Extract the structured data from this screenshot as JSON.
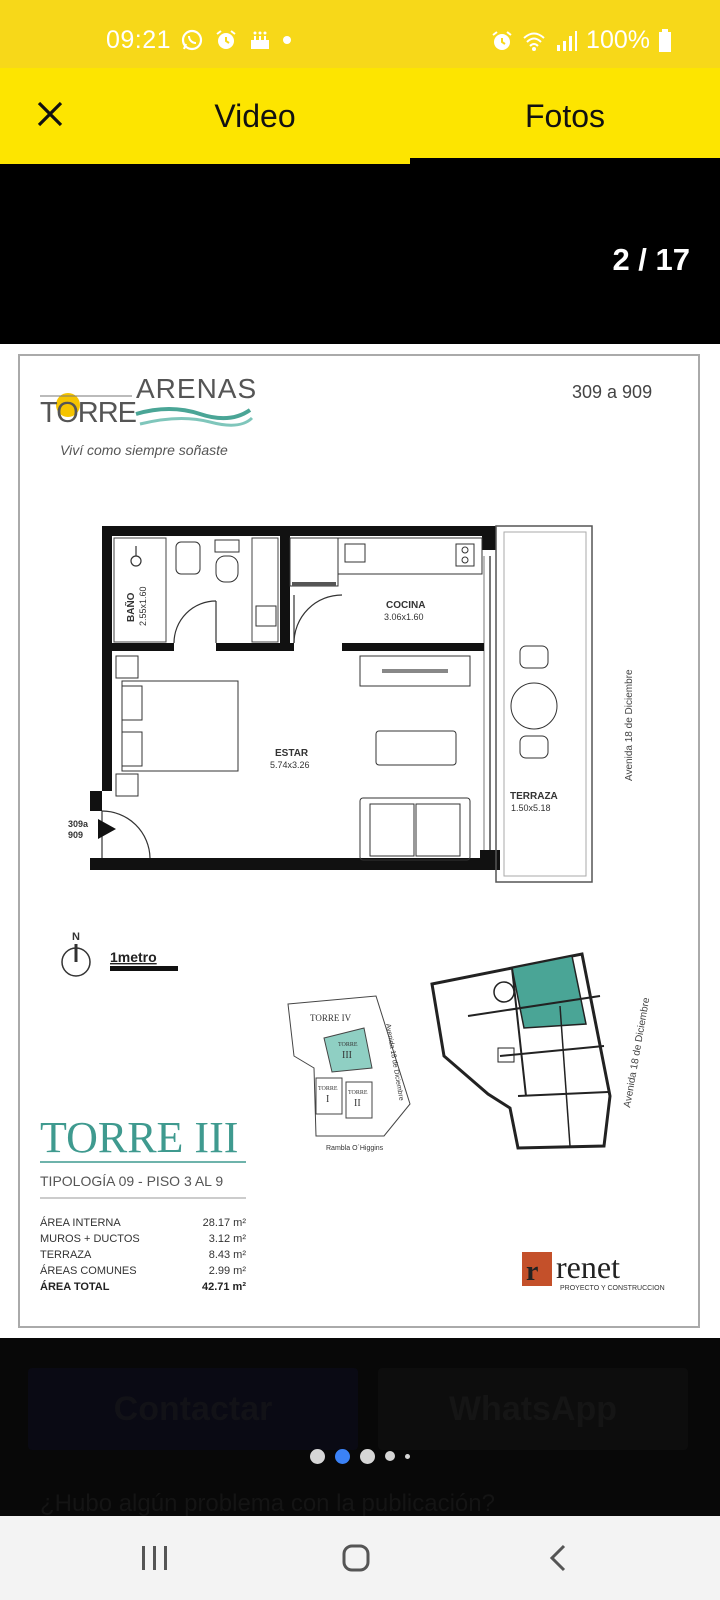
{
  "status_bar": {
    "time": "09:21",
    "battery": "100%",
    "icons_left": [
      "whatsapp-icon",
      "alarm-icon",
      "cake-icon",
      "dot-icon"
    ],
    "icons_right": [
      "alarm-icon",
      "wifi-icon",
      "signal-icon",
      "battery-icon"
    ]
  },
  "top_nav": {
    "close_icon": "close-icon",
    "tabs": [
      {
        "label": "Video",
        "active": false
      },
      {
        "label": "Fotos",
        "active": true
      }
    ]
  },
  "viewer": {
    "counter": "2 / 17"
  },
  "plan": {
    "brand_top": "ARENAS",
    "brand_left": "TORRE",
    "slogan": "Viví como siempre soñaste",
    "unit_range": "309 a 909",
    "rooms": {
      "bano": "BAÑO",
      "bano_dims": "2.55x1.60",
      "cocina": "COCINA",
      "cocina_dims": "3.06x1.60",
      "estar": "ESTAR",
      "estar_dims": "5.74x3.26",
      "terraza": "TERRAZA",
      "terraza_dims": "1.50x5.18",
      "entry_top": "309a",
      "entry_bottom": "909"
    },
    "street_right": "Avenida 18 de Diciembre",
    "north": "N",
    "scale": "1metro",
    "site": {
      "torre_iv": "TORRE IV",
      "torre_iii_small": "TORRE",
      "torre_iii_num": "III",
      "torre_i": "TORRE",
      "torre_i_num": "I",
      "torre_ii": "TORRE",
      "torre_ii_num": "II",
      "avenue": "Avenida 18 de Diciembre",
      "rambla": "Rambla O´Higgins"
    },
    "floor_key_street": "Avenida 18 de Diciembre",
    "tower_title": "TORRE III",
    "tipologia": "TIPOLOGÍA 09 - PISO 3 AL 9",
    "areas": [
      {
        "label": "ÁREA INTERNA",
        "value": "28.17 m²"
      },
      {
        "label": "MUROS + DUCTOS",
        "value": "3.12 m²"
      },
      {
        "label": "TERRAZA",
        "value": "8.43 m²"
      },
      {
        "label": "ÁREAS COMUNES",
        "value": "2.99 m²"
      },
      {
        "label": "ÁREA TOTAL",
        "value": "42.71 m²"
      }
    ],
    "builder": "renet",
    "builder_sub": "PROYECTO Y CONSTRUCCION",
    "colors": {
      "teal": "#3f9a8f",
      "highlight": "#4aa596",
      "yellow_sun": "#f5c400"
    }
  },
  "bottom": {
    "contact_label": "Contactar",
    "whatsapp_label": "WhatsApp",
    "report_text": "¿Hubo algún problema con la publicación?",
    "dots": {
      "count": 5,
      "active_index": 1
    }
  },
  "system_nav": {
    "recents": "recents-icon",
    "home": "home-icon",
    "back": "back-icon"
  }
}
